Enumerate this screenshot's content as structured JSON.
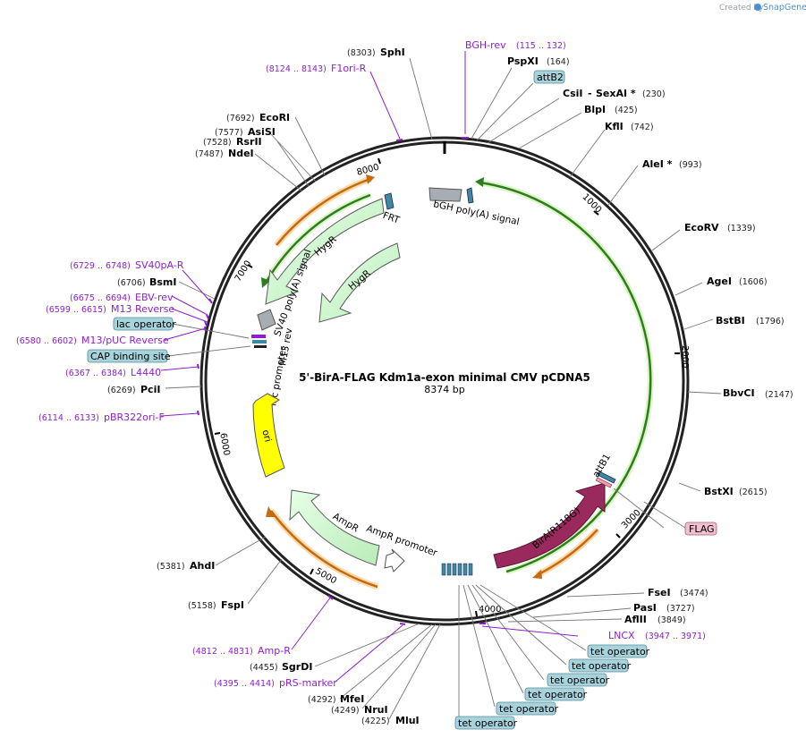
{
  "header": {
    "created_by": "Created by",
    "brand": "SnapGene"
  },
  "plasmid": {
    "name": "5'-BirA-FLAG Kdm1a-exon minimal CMV pCDNA5",
    "length": "8374 bp"
  },
  "ticks": [
    "1000",
    "2000",
    "3000",
    "4000",
    "5000",
    "6000",
    "7000",
    "8000"
  ],
  "features": [
    {
      "name": "bGH poly(A) signal"
    },
    {
      "name": "FRT"
    },
    {
      "name": "HygR"
    },
    {
      "name": "HygR"
    },
    {
      "name": "SV40 poly(A) signal"
    },
    {
      "name": "M13 rev"
    },
    {
      "name": "lac promoter"
    },
    {
      "name": "ori"
    },
    {
      "name": "AmpR"
    },
    {
      "name": "AmpR promoter"
    },
    {
      "name": "BirA(R118G)"
    },
    {
      "name": "attB1"
    }
  ],
  "enzymes": [
    {
      "name": "SphI",
      "pos": "(8303)"
    },
    {
      "name": "PspXI",
      "pos": "(164)"
    },
    {
      "name": "CsiI",
      "pos": ""
    },
    {
      "name": "SexAI *",
      "pos": "(230)"
    },
    {
      "name": "BlpI",
      "pos": "(425)"
    },
    {
      "name": "KflI",
      "pos": "(742)"
    },
    {
      "name": "AleI *",
      "pos": "(993)"
    },
    {
      "name": "EcoRV",
      "pos": "(1339)"
    },
    {
      "name": "AgeI",
      "pos": "(1606)"
    },
    {
      "name": "BstBI",
      "pos": "(1796)"
    },
    {
      "name": "BbvCI",
      "pos": "(2147)"
    },
    {
      "name": "BstXI",
      "pos": "(2615)"
    },
    {
      "name": "FseI",
      "pos": "(3474)"
    },
    {
      "name": "PasI",
      "pos": "(3727)"
    },
    {
      "name": "AflII",
      "pos": "(3849)"
    },
    {
      "name": "MluI",
      "pos": "(4225)"
    },
    {
      "name": "NruI",
      "pos": "(4249)"
    },
    {
      "name": "MfeI",
      "pos": "(4292)"
    },
    {
      "name": "SgrDI",
      "pos": "(4455)"
    },
    {
      "name": "FspI",
      "pos": "(5158)"
    },
    {
      "name": "AhdI",
      "pos": "(5381)"
    },
    {
      "name": "PciI",
      "pos": "(6269)"
    },
    {
      "name": "BsmI",
      "pos": "(6706)"
    },
    {
      "name": "NdeI",
      "pos": "(7487)"
    },
    {
      "name": "RsrII",
      "pos": "(7528)"
    },
    {
      "name": "AsiSI",
      "pos": "(7577)"
    },
    {
      "name": "EcoRI",
      "pos": "(7692)"
    }
  ],
  "primers": [
    {
      "name": "BGH-rev",
      "pos": "(115 .. 132)"
    },
    {
      "name": "F1ori-R",
      "pos": "(8124 .. 8143)"
    },
    {
      "name": "SV40pA-R",
      "pos": "(6729 .. 6748)"
    },
    {
      "name": "EBV-rev",
      "pos": "(6675 .. 6694)"
    },
    {
      "name": "M13 Reverse",
      "pos": "(6599 .. 6615)"
    },
    {
      "name": "M13/pUC Reverse",
      "pos": "(6580 .. 6602)"
    },
    {
      "name": "L4440",
      "pos": "(6367 .. 6384)"
    },
    {
      "name": "pBR322ori-F",
      "pos": "(6114 .. 6133)"
    },
    {
      "name": "LNCX",
      "pos": "(3947 .. 3971)"
    },
    {
      "name": "Amp-R",
      "pos": "(4812 .. 4831)"
    },
    {
      "name": "pRS-marker",
      "pos": "(4395 .. 4414)"
    }
  ],
  "boxed": [
    {
      "name": "attB2"
    },
    {
      "name": "lac operator"
    },
    {
      "name": "CAP binding site"
    },
    {
      "name": "FLAG"
    },
    {
      "name": "tet operator"
    },
    {
      "name": "tet operator"
    },
    {
      "name": "tet operator"
    },
    {
      "name": "tet operator"
    },
    {
      "name": "tet operator"
    },
    {
      "name": "tet operator"
    }
  ],
  "colors": {
    "backbone": "#222222",
    "primer": "#8d1fcf",
    "hygr": "#c8f5c8",
    "ori": "#ffff00",
    "bira": "#9a2a5e",
    "misc_box": "#a7d3dc",
    "flag_box": "#f0bfd0",
    "green_arc": "#2e7d1e",
    "orange_arc": "#c46a10"
  }
}
